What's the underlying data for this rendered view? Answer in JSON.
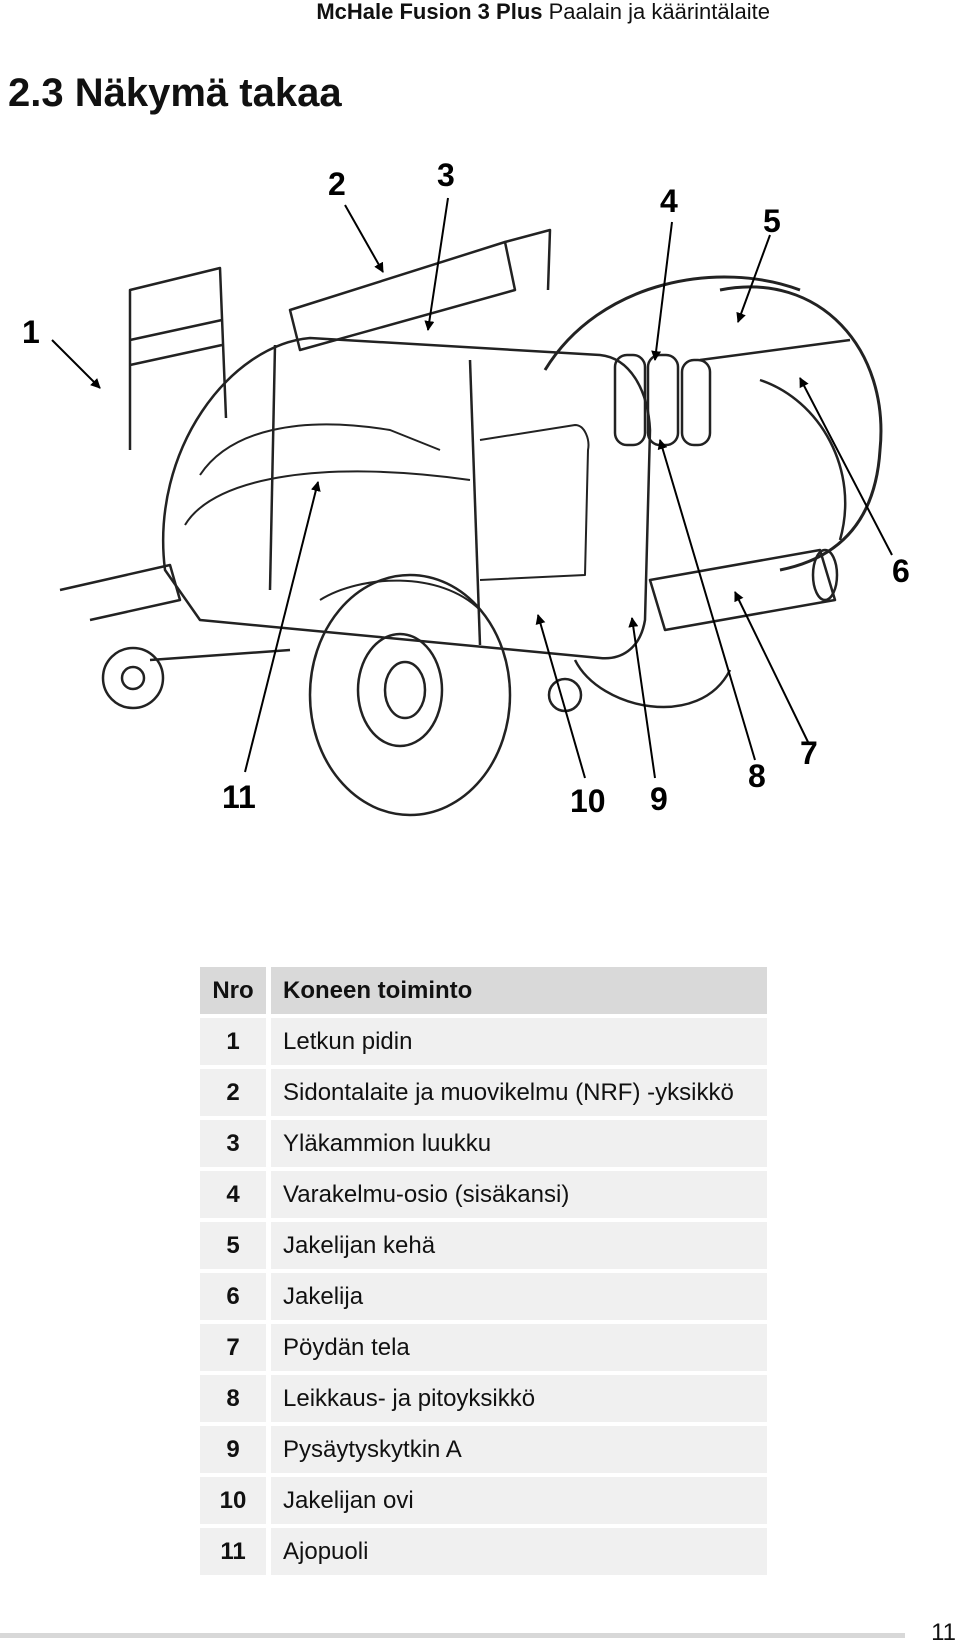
{
  "header": {
    "brand": "McHale Fusion 3 Plus",
    "subtitle": "Paalain ja käärintälaite"
  },
  "section": {
    "title": "2.3 Näkymä takaa"
  },
  "figure": {
    "callouts": [
      "1",
      "2",
      "3",
      "4",
      "5",
      "6",
      "7",
      "8",
      "9",
      "10",
      "11"
    ]
  },
  "table": {
    "col_no": "Nro",
    "col_desc": "Koneen toiminto",
    "rows": [
      {
        "no": "1",
        "desc": "Letkun pidin"
      },
      {
        "no": "2",
        "desc": "Sidontalaite ja muovikelmu (NRF) -yksikkö"
      },
      {
        "no": "3",
        "desc": "Yläkammion luukku"
      },
      {
        "no": "4",
        "desc": "Varakelmu-osio (sisäkansi)"
      },
      {
        "no": "5",
        "desc": "Jakelijan kehä"
      },
      {
        "no": "6",
        "desc": "Jakelija"
      },
      {
        "no": "7",
        "desc": "Pöydän tela"
      },
      {
        "no": "8",
        "desc": "Leikkaus- ja pitoyksikkö"
      },
      {
        "no": "9",
        "desc": "Pysäytyskytkin A"
      },
      {
        "no": "10",
        "desc": "Jakelijan ovi"
      },
      {
        "no": "11",
        "desc": "Ajopuoli"
      }
    ]
  },
  "footer": {
    "page_number": "11"
  }
}
